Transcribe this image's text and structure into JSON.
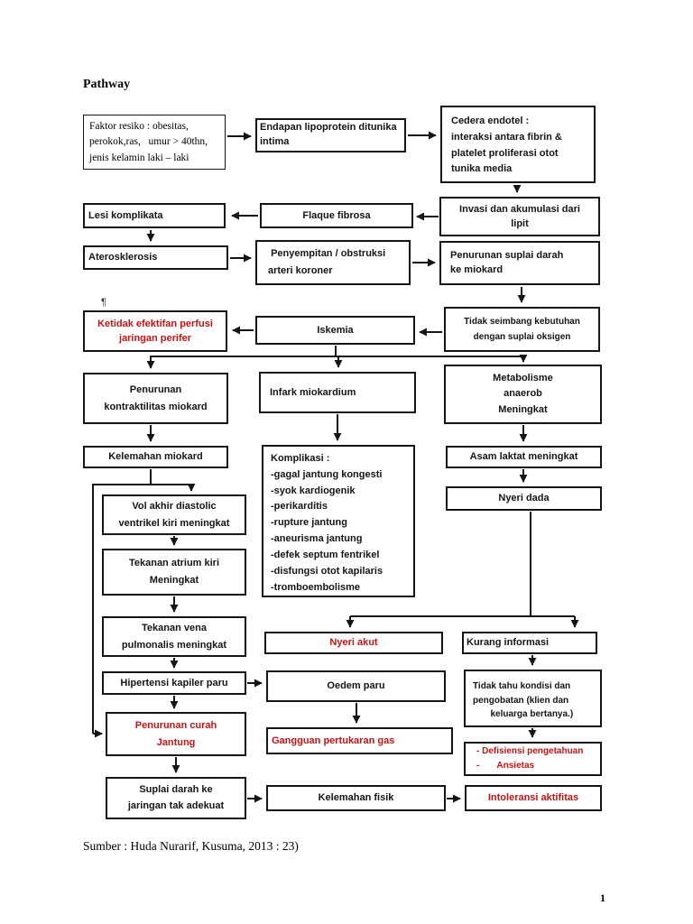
{
  "page": {
    "title": "Pathway",
    "pilcrow": "¶",
    "source": "Sumber : Huda Nurarif, Kusuma, 2013 : 23)",
    "page_number": "1"
  },
  "colors": {
    "ink": "#151515",
    "red": "#c41414",
    "background": "#ffffff"
  },
  "boxes": {
    "faktor_resiko": "Faktor resiko : obesitas,\nperokok,ras,   umur > 40thn,\njenis kelamin laki – laki",
    "endapan": "Endapan lipoprotein ditunika\nintima",
    "cedera": "Cedera endotel :\ninteraksi antara fibrin &\nplatelet proliferasi otot\ntunika media",
    "invasi": "Invasi dan akumulasi dari\nlipit",
    "lesi_komplikata": "Lesi komplikata",
    "flaque_fibrosa": "Flaque fibrosa",
    "aterosklerosis": "Aterosklerosis",
    "penyempitan": " Penyempitan / obstruksi\narteri koroner",
    "penurunan_suplai": "Penurunan suplai darah\nke miokard",
    "ketidak_efektifan": "Ketidak efektifan perfusi\njaringan perifer",
    "iskemia": "Iskemia",
    "tidak_seimbang": "Tidak seimbang kebutuhan\ndengan suplai oksigen",
    "penurunan_kontraktilitas": "Penurunan\nkontraktilitas miokard",
    "infark": "Infark miokardium",
    "metabolisme": "Metabolisme\nanaerob\nMeningkat",
    "kelemahan_miokard": "Kelemahan miokard",
    "komplikasi_title": "Komplikasi :",
    "komplikasi_items": [
      "-gagal jantung kongesti",
      "-syok kardiogenik",
      "-perikarditis",
      "-rupture jantung",
      "-aneurisma jantung",
      "-defek septum fentrikel",
      "-disfungsi otot kapilaris",
      "-tromboembolisme"
    ],
    "asam_laktat": "Asam laktat meningkat",
    "nyeri_dada": "Nyeri dada",
    "vol_akhir": "Vol akhir diastolic\nventrikel kiri meningkat",
    "tekanan_atrium": "Tekanan atrium kiri\nMeningkat",
    "tekanan_vena": "Tekanan vena\npulmonalis meningkat",
    "hipertensi": "Hipertensi kapiler paru",
    "penurunan_curah": "Penurunan curah\nJantung",
    "suplai_darah": "Suplai darah ke\njaringan tak adekuat",
    "nyeri_akut": "Nyeri akut",
    "oedem_paru": "Oedem paru",
    "gangguan_pertukaran": "Gangguan pertukaran gas",
    "kelemahan_fisik": "Kelemahan fisik",
    "kurang_informasi": "Kurang informasi",
    "tidak_tahu": "Tidak tahu kondisi dan\npengobatan (klien dan\n       keluarga bertanya.)",
    "defisiensi": "- Defisiensi pengetahuan\n-       Ansietas",
    "intoleransi": "Intoleransi aktifitas"
  }
}
